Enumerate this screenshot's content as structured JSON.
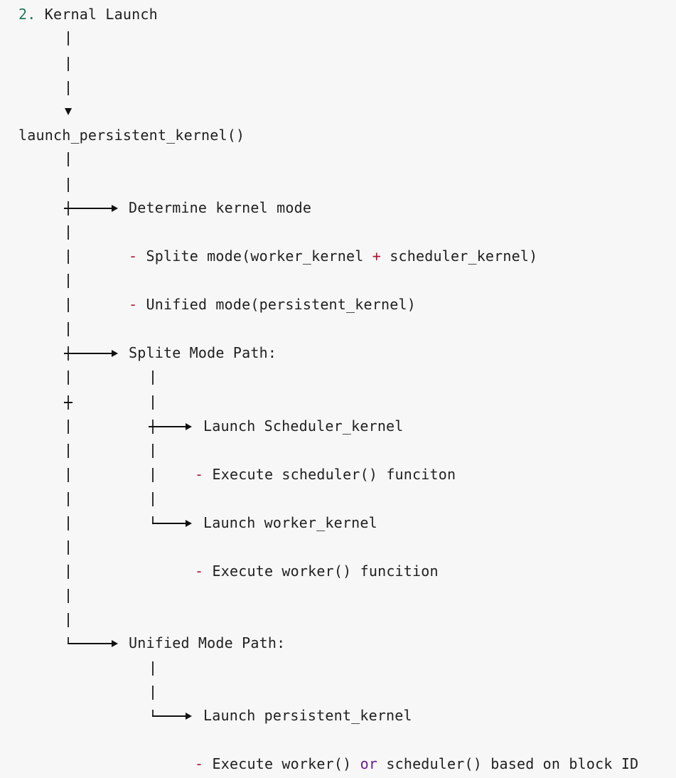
{
  "header": {
    "number": "2.",
    "title": "Kernal Launch"
  },
  "function_call": "launch_persistent_kernel()",
  "determine": {
    "label": "Determine kernel mode",
    "bullet_dash": "-",
    "item1_prefix": "Splite mode(worker_kernel",
    "item1_plus": "+",
    "item1_suffix": "scheduler_kernel)",
    "item2": "Unified mode(persistent_kernel)"
  },
  "splite_path": {
    "label": "Splite Mode Path:",
    "launch_scheduler": "Launch Scheduler_kernel",
    "execute_scheduler": "Execute scheduler() funciton",
    "launch_worker": "Launch worker_kernel",
    "execute_worker": "Execute worker() funcition"
  },
  "unified_path": {
    "label": "Unified Mode Path:",
    "launch_persistent": "Launch persistent_kernel",
    "execute_prefix": "Execute worker()",
    "execute_or": "or",
    "execute_suffix": "scheduler() based on block ID"
  }
}
